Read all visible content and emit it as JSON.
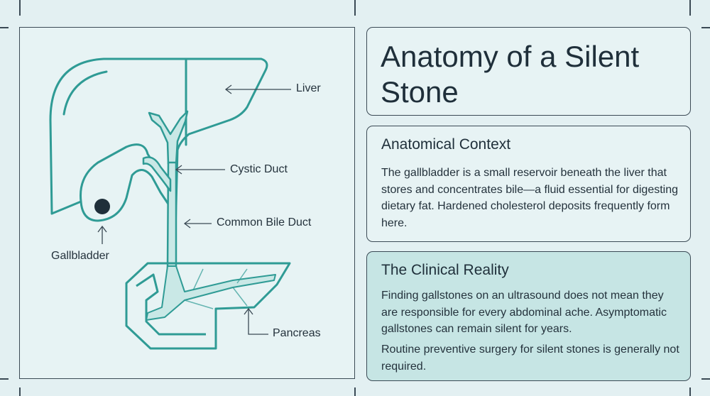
{
  "diagram": {
    "labels": {
      "liver": "Liver",
      "cystic_duct": "Cystic Duct",
      "common_bile_duct": "Common Bile Duct",
      "gallbladder": "Gallbladder",
      "pancreas": "Pancreas"
    },
    "colors": {
      "organ_outline": "#2f9b95",
      "duct_fill": "#c9e8e6",
      "stone": "#1f2f3a",
      "arrow": "#3b4a55"
    }
  },
  "title": "Anatomy of a Silent Stone",
  "context": {
    "heading": "Anatomical Context",
    "body": "The gallbladder is a small reservoir beneath the liver that stores and concentrates bile—a fluid essential for digesting dietary fat. Hardened cholesterol deposits frequently form here."
  },
  "reality": {
    "heading": "The Clinical Reality",
    "body1": "Finding gallstones on an ultrasound does not mean they are responsible for every abdominal ache. Asymptomatic gallstones can remain silent for years.",
    "body2": "Routine preventive surgery for silent stones is generally not required."
  },
  "colors": {
    "background": "#e3f0f2",
    "card_border": "#3b4a55",
    "highlight_card": "#c6e5e4"
  }
}
